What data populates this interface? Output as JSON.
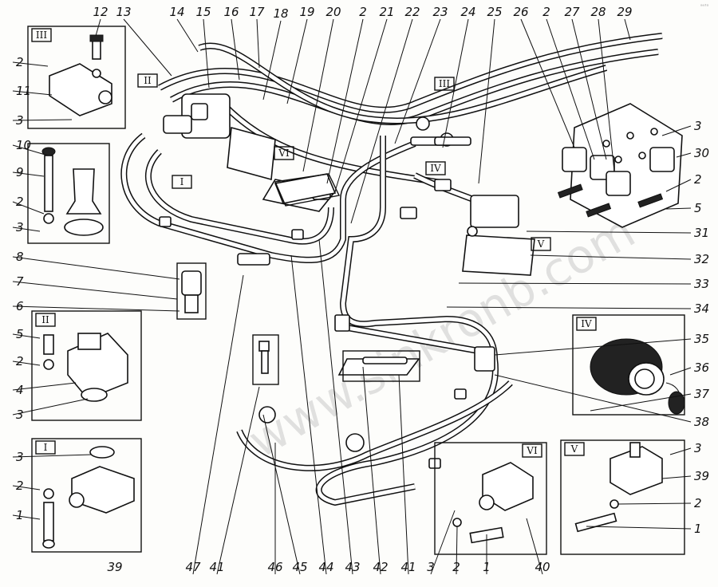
{
  "watermark": "www.sinkronb.com",
  "corner_mark": "ᵃᵘᵗᵒ",
  "top_labels": [
    "12",
    "13",
    "14",
    "15",
    "16",
    "17",
    "18",
    "19",
    "20",
    "2",
    "21",
    "22",
    "23",
    "24",
    "25",
    "26",
    "2",
    "27",
    "28",
    "29"
  ],
  "left_labels": [
    "2",
    "11",
    "3",
    "10",
    "9",
    "2",
    "3",
    "8",
    "7",
    "6",
    "5",
    "2",
    "4",
    "3",
    "3",
    "2",
    "1"
  ],
  "right_labels": [
    "3",
    "30",
    "2",
    "5",
    "31",
    "32",
    "33",
    "34",
    "35",
    "36",
    "37",
    "38",
    "3",
    "39",
    "2",
    "1"
  ],
  "bottom_labels": [
    "39",
    "47",
    "41",
    "46",
    "45",
    "44",
    "43",
    "42",
    "41",
    "3",
    "2",
    "1",
    "40"
  ],
  "roman_labels": [
    "III",
    "II",
    "VI",
    "I",
    "III",
    "IV",
    "V",
    "II",
    "I",
    "IV",
    "VI",
    "V"
  ]
}
